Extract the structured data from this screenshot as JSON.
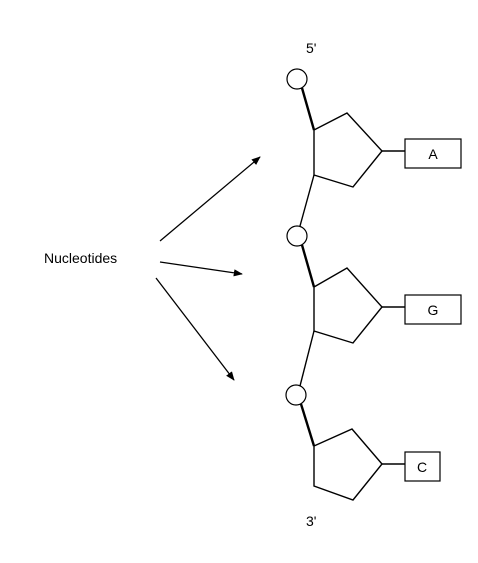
{
  "diagram": {
    "label_five_prime": "5'",
    "label_three_prime": "3'",
    "label_nucleotides": "Nucleotides",
    "bases": [
      "A",
      "G",
      "C"
    ]
  }
}
